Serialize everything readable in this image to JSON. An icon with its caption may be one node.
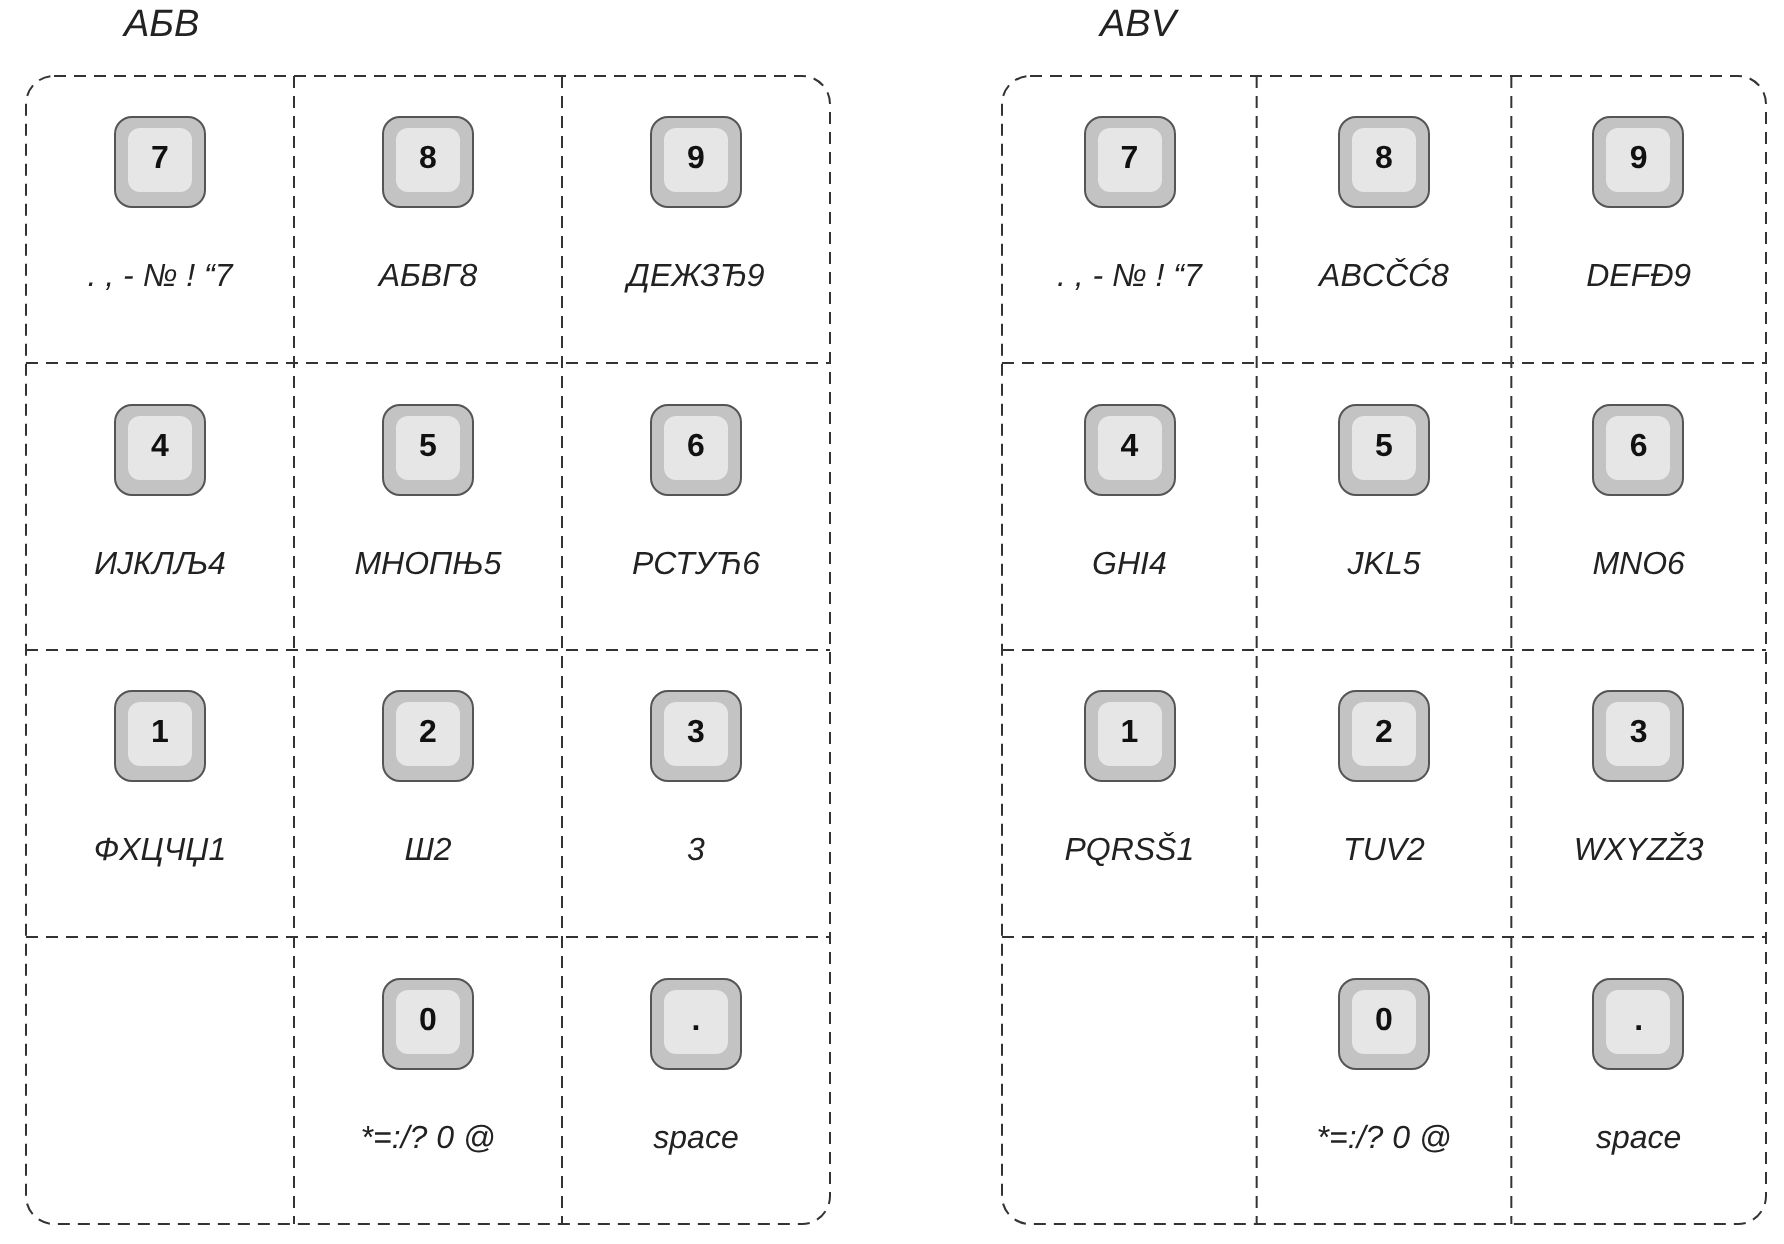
{
  "diagram": {
    "nodes": [
      {
        "text": [
          "АБВ"
        ]
      },
      {
        "text": [
          "7"
        ],
        "beside": [
          ". , - № ! “7"
        ],
        "in": 0
      },
      {
        "text": [
          "8"
        ],
        "beside": [
          "АБВГ8"
        ],
        "in": 0
      },
      {
        "text": [
          "9"
        ],
        "beside": [
          "ДЕЖЗЂ9"
        ],
        "in": 0
      },
      {
        "text": [
          "4"
        ],
        "beside": [
          "ИЈКЛЉ4"
        ],
        "in": 0
      },
      {
        "text": [
          "5"
        ],
        "beside": [
          "МНОПЊ5"
        ],
        "in": 0
      },
      {
        "text": [
          "6"
        ],
        "beside": [
          "РСТУЋ6"
        ],
        "in": 0
      },
      {
        "text": [
          "1"
        ],
        "beside": [
          "ФХЦЧЏ1"
        ],
        "in": 0
      },
      {
        "text": [
          "2"
        ],
        "beside": [
          "Ш2"
        ],
        "in": 0
      },
      {
        "text": [
          "3"
        ],
        "beside": [
          "3"
        ],
        "in": 0
      },
      {
        "text": [
          "0"
        ],
        "beside": [
          "*=:/? 0 @"
        ],
        "in": 0
      },
      {
        "text": [
          "."
        ],
        "beside": [
          "space"
        ],
        "in": 0
      },
      {
        "text": [
          "ABV"
        ]
      },
      {
        "text": [
          "7"
        ],
        "beside": [
          ". , - № ! “7"
        ],
        "in": 12
      },
      {
        "text": [
          "8"
        ],
        "beside": [
          "ABCČĆ8"
        ],
        "in": 12
      },
      {
        "text": [
          "9"
        ],
        "beside": [
          "DEFĐ9"
        ],
        "in": 12
      },
      {
        "text": [
          "4"
        ],
        "beside": [
          "GHI4"
        ],
        "in": 12
      },
      {
        "text": [
          "5"
        ],
        "beside": [
          "JKL5"
        ],
        "in": 12
      },
      {
        "text": [
          "6"
        ],
        "beside": [
          "MNO6"
        ],
        "in": 12
      },
      {
        "text": [
          "1"
        ],
        "beside": [
          "PQRSŠ1"
        ],
        "in": 12
      },
      {
        "text": [
          "2"
        ],
        "beside": [
          "TUV2"
        ],
        "in": 12
      },
      {
        "text": [
          "3"
        ],
        "beside": [
          "WXYZŽ3"
        ],
        "in": 12
      },
      {
        "text": [
          "0"
        ],
        "beside": [
          "*=:/? 0 @"
        ],
        "in": 12
      },
      {
        "text": [
          "."
        ],
        "beside": [
          "space"
        ],
        "in": 12
      }
    ]
  }
}
